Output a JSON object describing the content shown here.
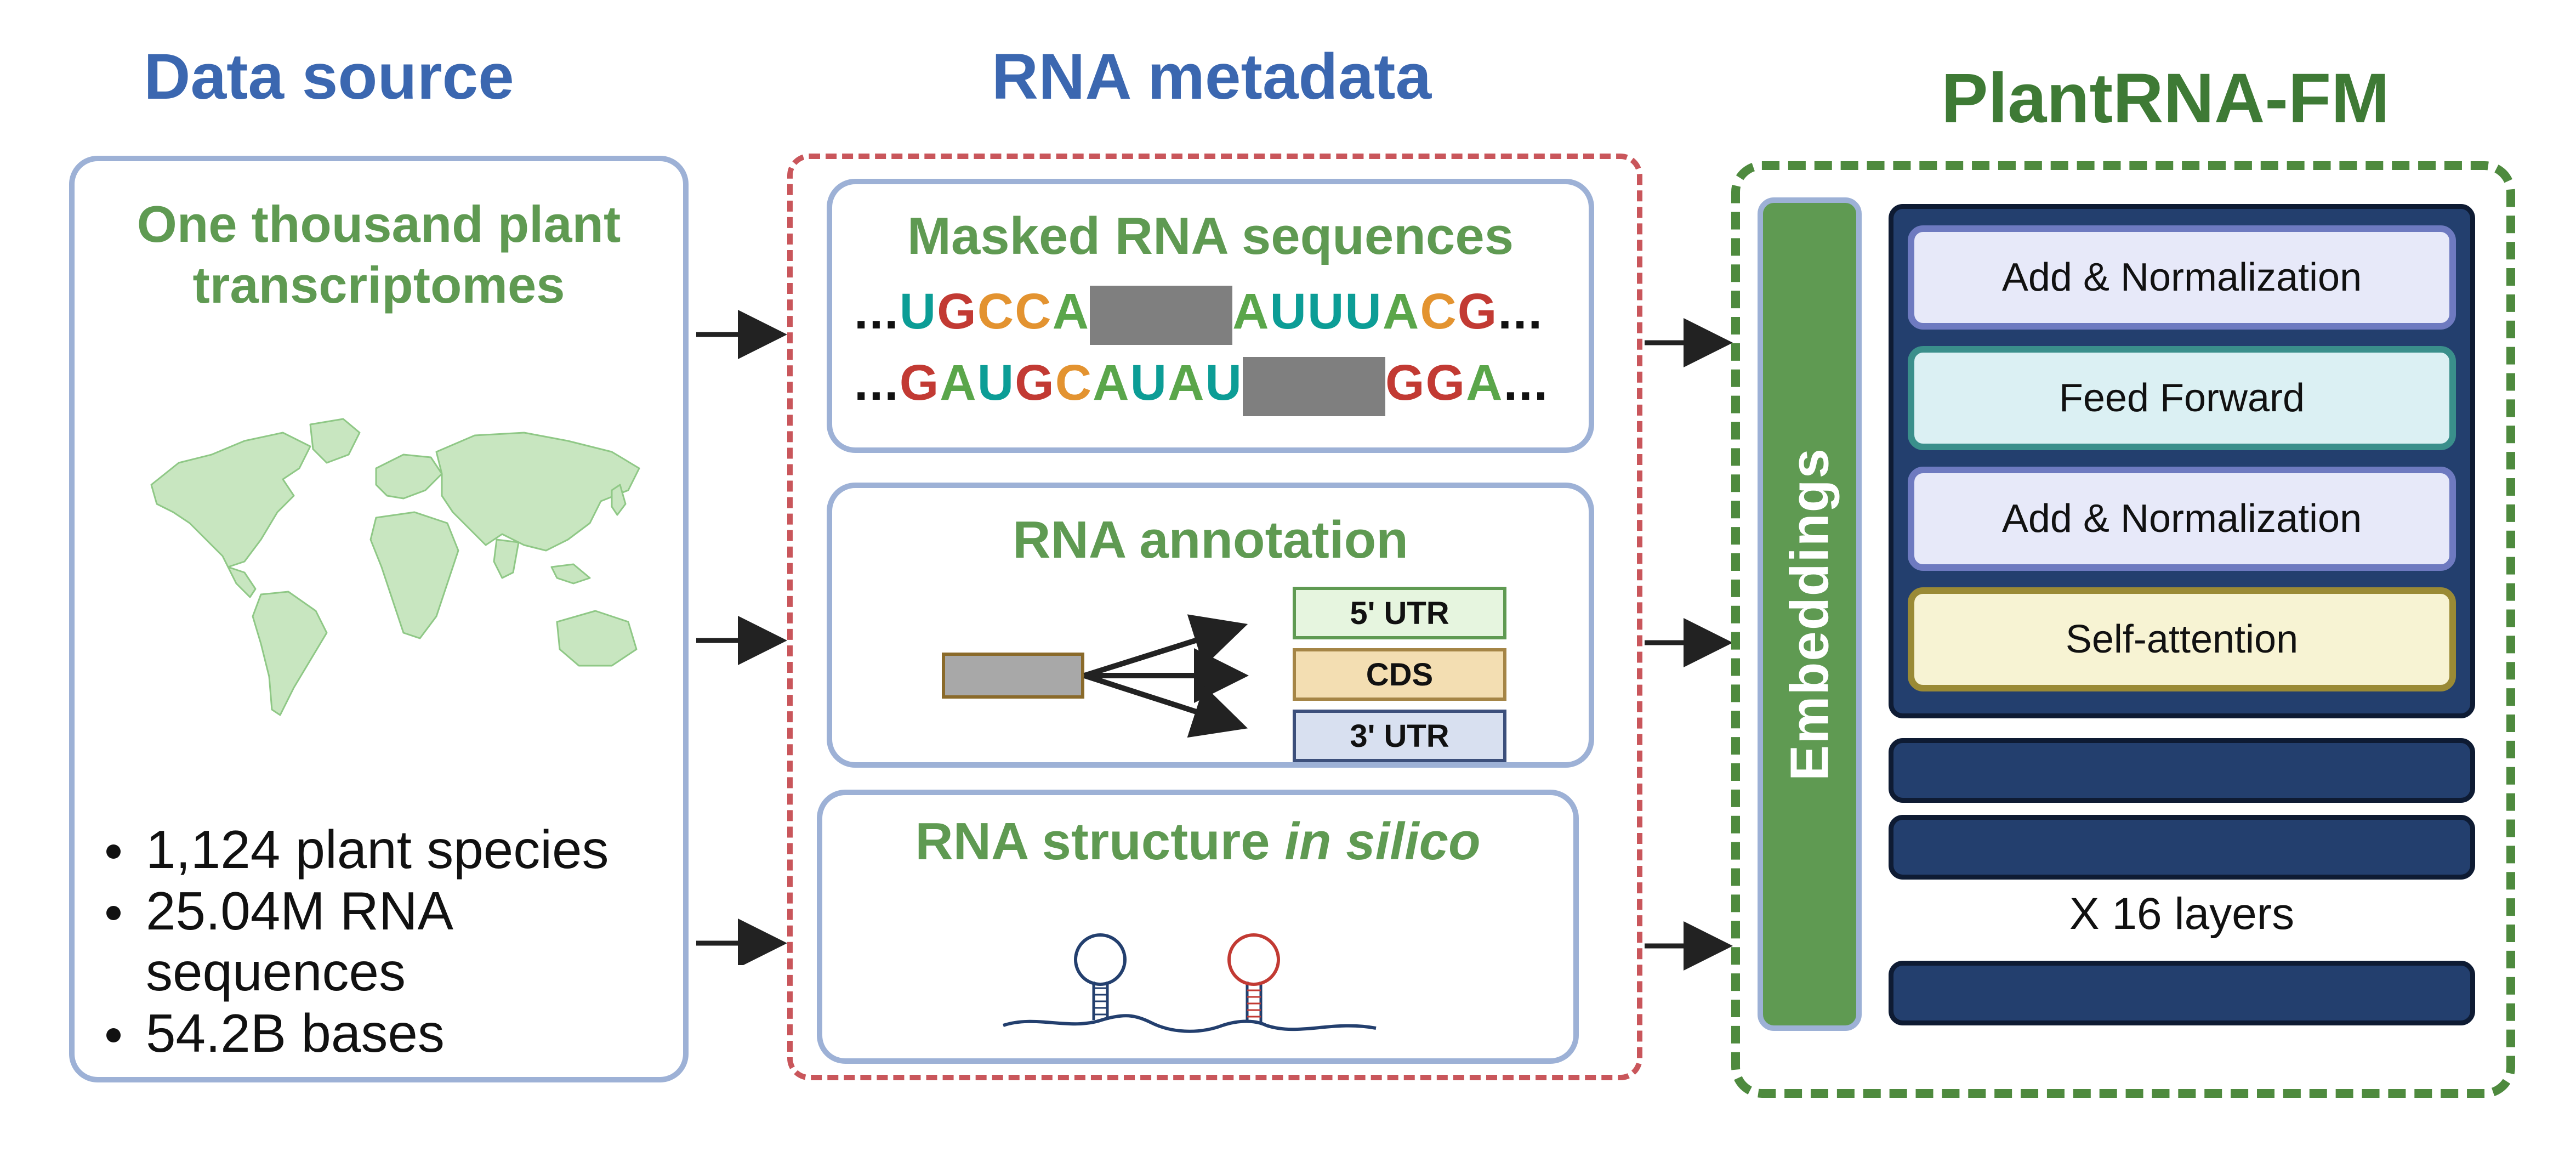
{
  "headings": {
    "data_source": "Data source",
    "rna_metadata": "RNA metadata",
    "plantrna_fm": "PlantRNA-FM"
  },
  "data_source": {
    "title": "One thousand plant transcriptomes",
    "bullets": [
      "1,124 plant species",
      "25.04M RNA sequences",
      "54.2B bases"
    ]
  },
  "masked": {
    "title": "Masked RNA sequences",
    "seq1_left": "...UGCCA",
    "seq1_right": "AUUUACG...",
    "seq2_left": "...GAUGCAUAU",
    "seq2_right": "GGA..."
  },
  "annotation": {
    "title": "RNA annotation",
    "utr5": "5' UTR",
    "cds": "CDS",
    "utr3": "3' UTR"
  },
  "structure": {
    "title_main": "RNA structure ",
    "title_italic": "in silico"
  },
  "model": {
    "embeddings": "Embeddings",
    "add_norm_top": "Add & Normalization",
    "feed_forward": "Feed Forward",
    "add_norm_bottom": "Add & Normalization",
    "self_attention": "Self-attention",
    "layers_label": "X 16 layers"
  },
  "colors": {
    "heading_blue": "#3b67b0",
    "heading_green": "#3e7a35",
    "title_green": "#5f9a52",
    "panel_border": "#9db1d6",
    "dash_red": "#c9565b",
    "dash_green": "#4e8a3e",
    "dark_navy": "#233f6e"
  }
}
